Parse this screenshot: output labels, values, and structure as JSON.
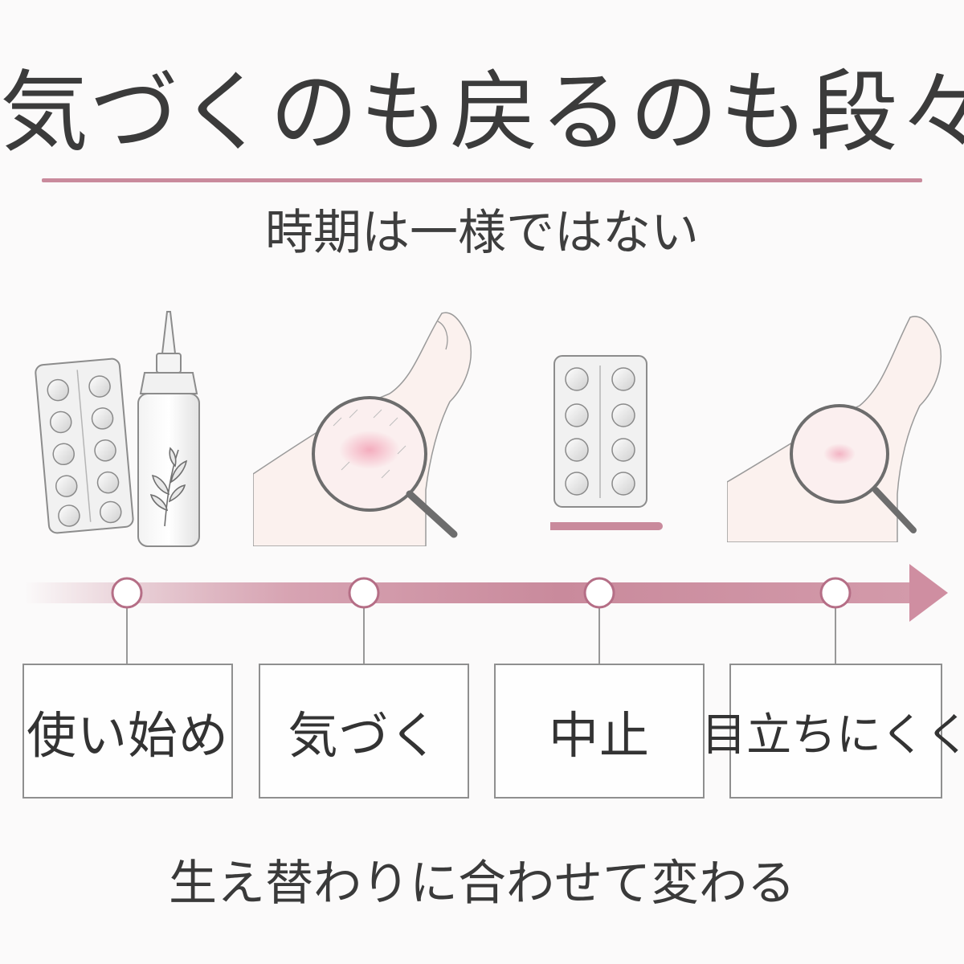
{
  "title": "気づくのも戻るのも段々",
  "subtitle": "時期は一様ではない",
  "stages": [
    {
      "label": "使い始め",
      "icon": "pill-blister-and-bottle-icon"
    },
    {
      "label": "気づく",
      "icon": "wrist-magnifier-redness-icon"
    },
    {
      "label": "中止",
      "icon": "pill-blister-stopped-icon"
    },
    {
      "label": "目立ちにくく",
      "icon": "wrist-magnifier-faded-icon"
    }
  ],
  "footer": "生え替わりに合わせて変わる",
  "colors": {
    "accent": "#c98a9c",
    "accent_dark": "#c07890",
    "text": "#3a3a3a",
    "box_border": "#8f8f8f"
  }
}
